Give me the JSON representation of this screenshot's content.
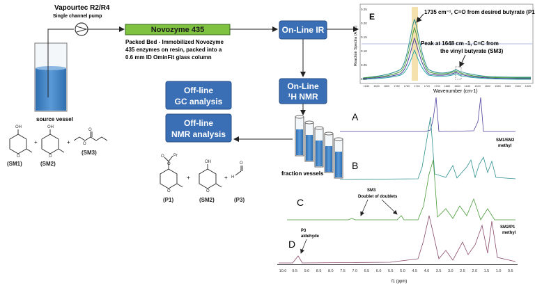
{
  "pump": {
    "title": "Vapourtec R2/R4",
    "subtitle": "Single channel pump"
  },
  "source_vessel": {
    "label": "source vessel"
  },
  "reactor": {
    "label": "Novozyme 435",
    "description_lines": [
      "Packed Bed - Immobilized Novozyme",
      "435 enzymes on resin, packed into a",
      "0.6 mm ID OminFit glass column"
    ]
  },
  "online_ir": {
    "label": "On-Line IR"
  },
  "online_nmr": {
    "label_line1": "On-Line",
    "label_line2": "¹H NMR"
  },
  "offline_gc": {
    "line1": "Off-line",
    "line2": "GC analysis"
  },
  "offline_nmr": {
    "line1": "Off-line",
    "line2": "NMR analysis"
  },
  "fraction_vessels": {
    "label": "fraction vessels"
  },
  "reagents": [
    "(SM1)",
    "(SM2)",
    "(SM3)"
  ],
  "products": [
    "(P1)",
    "(SM2)",
    "(P3)"
  ],
  "chem_text": {
    "oh": "OH",
    "o": "O",
    "pr": "Pr",
    "h": "H",
    "plus": "+"
  },
  "ir_spectrum": {
    "panel_label": "E",
    "ylabel": "Reaction Spectra (A.U.)",
    "xlabel": "Wavenumber (cm-1)",
    "annotation_p1": "1735 cm⁻¹, C=O from desired butyrate (P1)",
    "annotation_sm3_line1": "Peak at 1648 cm -1, C=C from",
    "annotation_sm3_line2": "the vinyl butyrate (SM3)",
    "y_ticks": [
      "0.25",
      "0.20",
      "0.15",
      "0.10",
      "0.05",
      "0.00"
    ],
    "x_ticks": [
      "1840",
      "1820",
      "1800",
      "1780",
      "1760",
      "1740",
      "1720",
      "1700",
      "1680",
      "1660",
      "1640",
      "1620",
      "1600",
      "1580",
      "1560",
      "1540",
      "1520"
    ]
  },
  "nmr": {
    "panel_labels": [
      "A",
      "B",
      "C",
      "D"
    ],
    "sm1_sm2_label_line1": "SM1/SM2",
    "sm1_sm2_label_line2": "methyl",
    "sm3_label_line1": "SM3",
    "sm3_label_line2": "Doublet of doublets",
    "p3_label_line1": "P3",
    "p3_label_line2": "aldehyde",
    "sm2_p1_label_line1": "SM2/P1",
    "sm2_p1_label_line2": "methyl",
    "x_ticks": [
      "10.0",
      "9.5",
      "9.0",
      "8.5",
      "8.0",
      "7.5",
      "7.0",
      "6.5",
      "6.0",
      "5.5",
      "5.0",
      "4.5",
      "4.0",
      "3.5",
      "3.0",
      "2.5",
      "2.0",
      "1.5",
      "1.0",
      "0.5"
    ],
    "xlabel": "f1 (ppm)"
  },
  "colors": {
    "box_blue": "#3b6fb5",
    "reactor_green": "#7fc241",
    "liquid_blue": "#4a86c8",
    "ir_band": "#f2dca0",
    "nmr_purple": "#4b3f9a",
    "nmr_teal": "#2e8f8f",
    "nmr_green": "#4a9a3a",
    "nmr_mauve": "#8a4a6a"
  }
}
